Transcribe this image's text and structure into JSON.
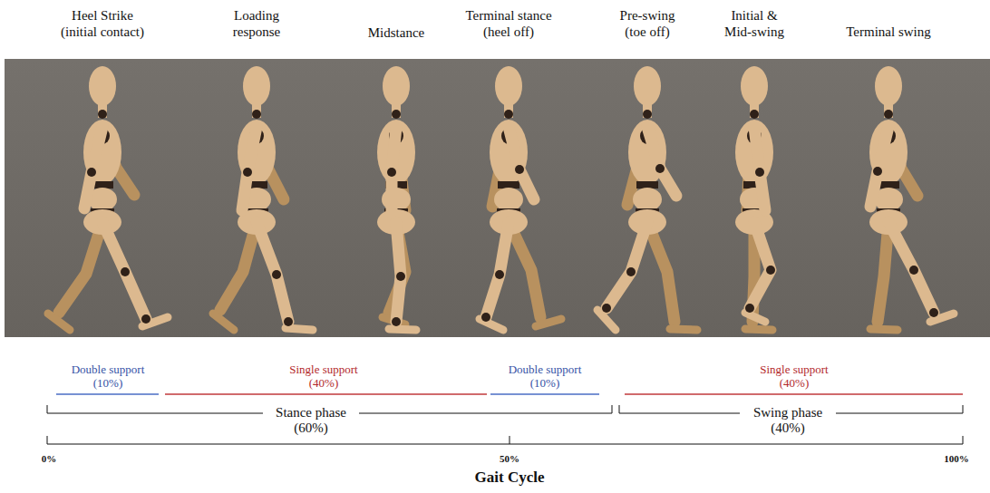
{
  "diagram": {
    "caption": "Gait Cycle",
    "labels": [
      "Heel Strike (initial contact)",
      "Loading response",
      "Midstance",
      "Terminal stance (heel off)",
      "Pre-swing (toe off)",
      "Initial & Mid-swing",
      "Terminal swing",
      "Double support (10%)",
      "Single support (40%)",
      "Double support (10%)",
      "Single support (40%)",
      "Stance phase (60%)",
      "Swing phase (40%)",
      "0%",
      "50%",
      "100%"
    ]
  }
}
